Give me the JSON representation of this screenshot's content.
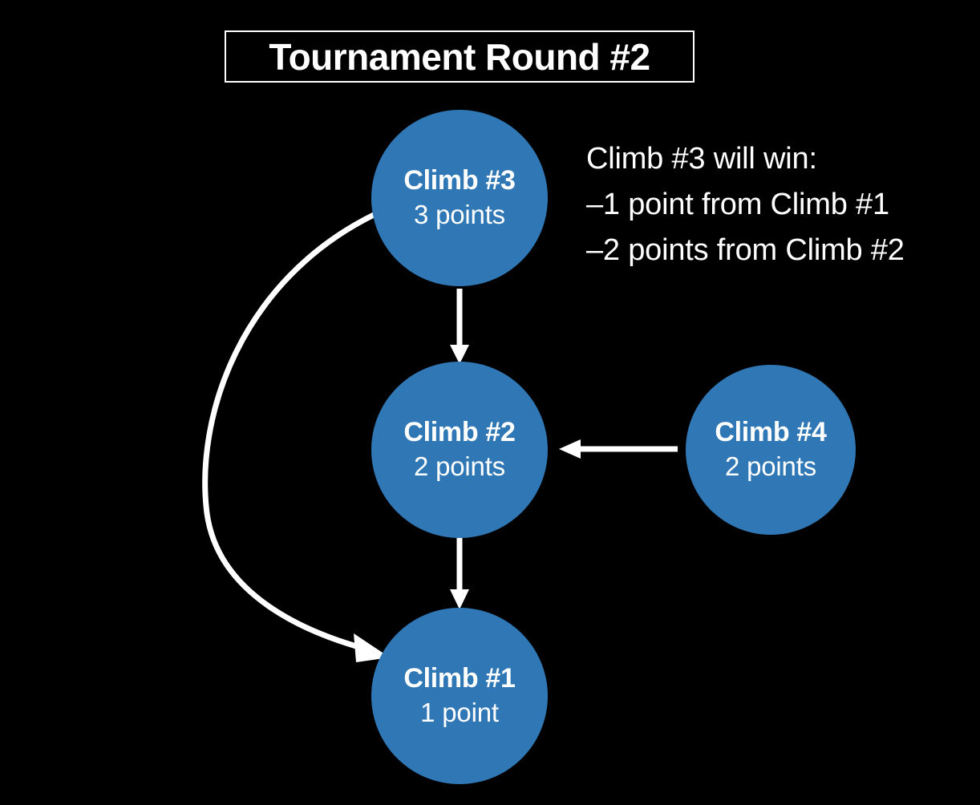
{
  "title": {
    "text": "Tournament Round #2"
  },
  "annotation": {
    "lines": [
      "Climb #3 will win:",
      "–1 point from Climb #1",
      "–2 points from Climb #2"
    ]
  },
  "nodes": [
    {
      "id": "climb3",
      "label": "Climb #3",
      "points_label": "3 points",
      "points": 3
    },
    {
      "id": "climb2",
      "label": "Climb #2",
      "points_label": "2 points",
      "points": 2
    },
    {
      "id": "climb1",
      "label": "Climb #1",
      "points_label": "1 point",
      "points": 1
    },
    {
      "id": "climb4",
      "label": "Climb #4",
      "points_label": "2 points",
      "points": 2
    }
  ],
  "edges": [
    {
      "from": "Climb #3",
      "to": "Climb #2",
      "style": "straight-down"
    },
    {
      "from": "Climb #2",
      "to": "Climb #1",
      "style": "straight-down"
    },
    {
      "from": "Climb #4",
      "to": "Climb #2",
      "style": "straight-left"
    },
    {
      "from": "Climb #3",
      "to": "Climb #1",
      "style": "curved-left"
    }
  ],
  "colors": {
    "background": "#000000",
    "node_fill": "#2f77b5",
    "text": "#ffffff",
    "arrow": "#ffffff"
  }
}
